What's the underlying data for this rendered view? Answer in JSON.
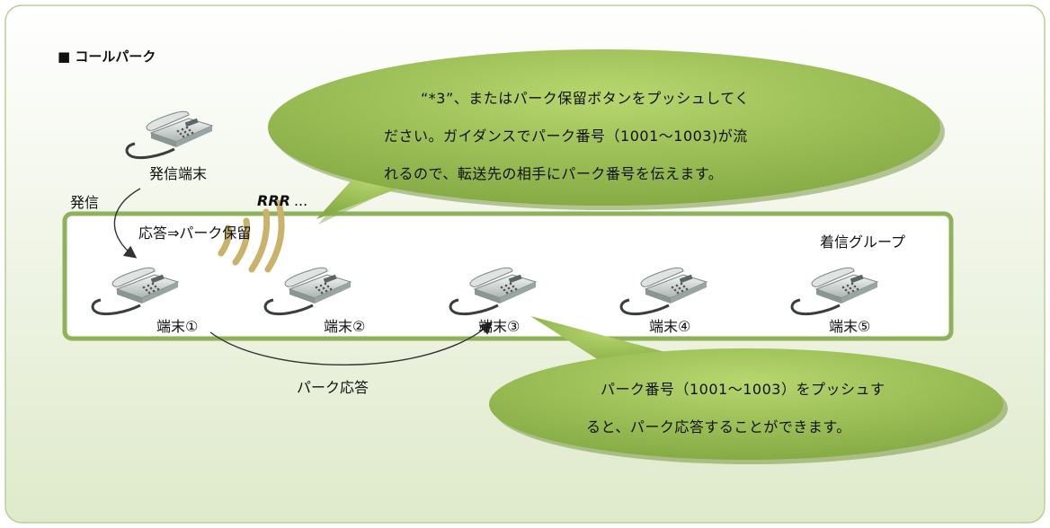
{
  "title": "■ コールパーク",
  "caller_label": "発信端末",
  "call_label": "発信",
  "ring_label": "RRR",
  "ring_dots": "...",
  "answer_label": "応答⇒パーク保留",
  "group_label": "着信グループ",
  "terminals": [
    "端末①",
    "端末②",
    "端末③",
    "端末④",
    "端末⑤"
  ],
  "pickup_label": "パーク応答",
  "bubble_top": [
    "“*3”、またはパーク保留ボタンをプッシュしてく",
    "ださい。ガイダンスでパーク番号（1001～1003)が流",
    "れるので、転送先の相手にパーク番号を伝えます。"
  ],
  "bubble_bottom": [
    "パーク番号（1001～1003）をプッシュす",
    "ると、パーク応答することができます。"
  ],
  "colors": {
    "panel_border": "#b8cf99",
    "group_border": "#8db25a",
    "bubble_fill": "#a3c35c",
    "ring_wave": "#c9b26a"
  }
}
